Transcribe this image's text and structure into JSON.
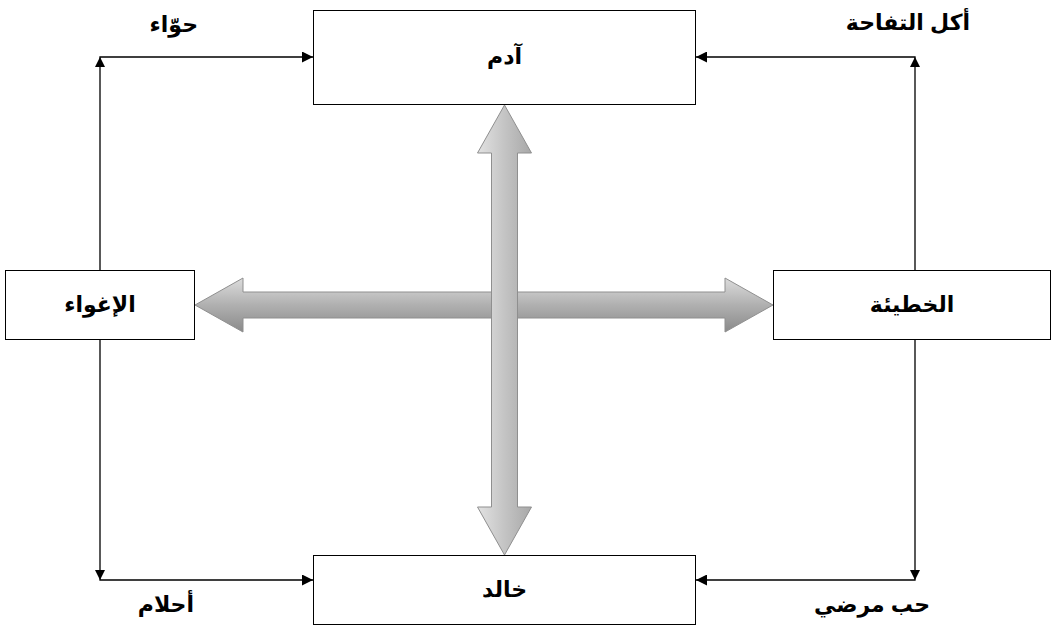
{
  "diagram": {
    "nodes": [
      {
        "text": [
          "آدم"
        ]
      },
      {
        "text": [
          "الخطيئة"
        ]
      },
      {
        "text": [
          "الإغواء"
        ]
      },
      {
        "text": [
          "خالد"
        ]
      }
    ],
    "edges": [
      {
        "from": 2,
        "to": 0,
        "label": "حوّاء",
        "arrow": "to"
      },
      {
        "from": 1,
        "to": 0,
        "label": "أكل التفاحة",
        "arrow": "to"
      },
      {
        "from": 2,
        "to": 3,
        "label": "أحلام",
        "arrow": "to"
      },
      {
        "from": 1,
        "to": 3,
        "label": "حب مرضي",
        "arrow": "to"
      },
      {
        "from": 0,
        "to": 3,
        "arrow": "both"
      },
      {
        "from": 2,
        "to": 1,
        "arrow": "both"
      }
    ]
  }
}
